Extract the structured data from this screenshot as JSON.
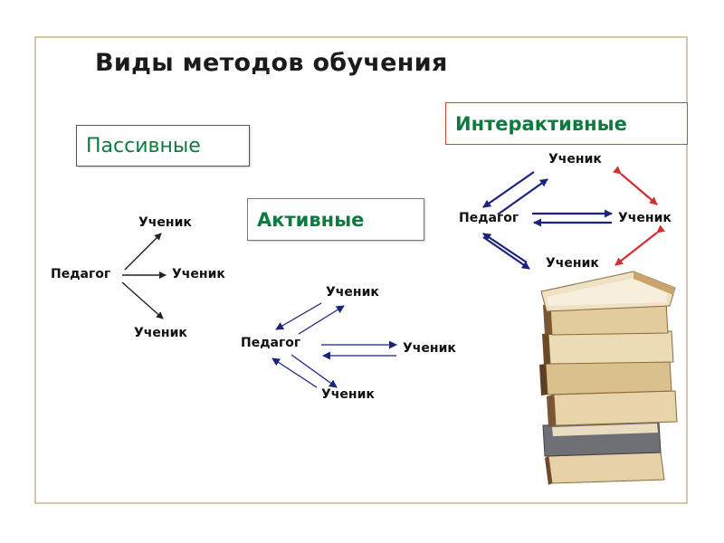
{
  "title": "Виды методов обучения",
  "passive": {
    "label": "Пассивные",
    "teacher": "Педагог",
    "students": [
      "Ученик",
      "Ученик",
      "Ученик"
    ]
  },
  "active": {
    "label": "Активные",
    "teacher": "Педагог",
    "students": [
      "Ученик",
      "Ученик",
      "Ученик"
    ]
  },
  "interactive": {
    "label": "Интерактивные",
    "teacher": "Педагог",
    "students": [
      "Ученик",
      "Ученик",
      "Ученик"
    ]
  },
  "colors": {
    "label_green": "#0f7a3f",
    "arrow_navy": "#1a237e",
    "arrow_red": "#d32f2f",
    "arrow_black": "#222222"
  },
  "icons": [
    "books-stack-illustration"
  ]
}
